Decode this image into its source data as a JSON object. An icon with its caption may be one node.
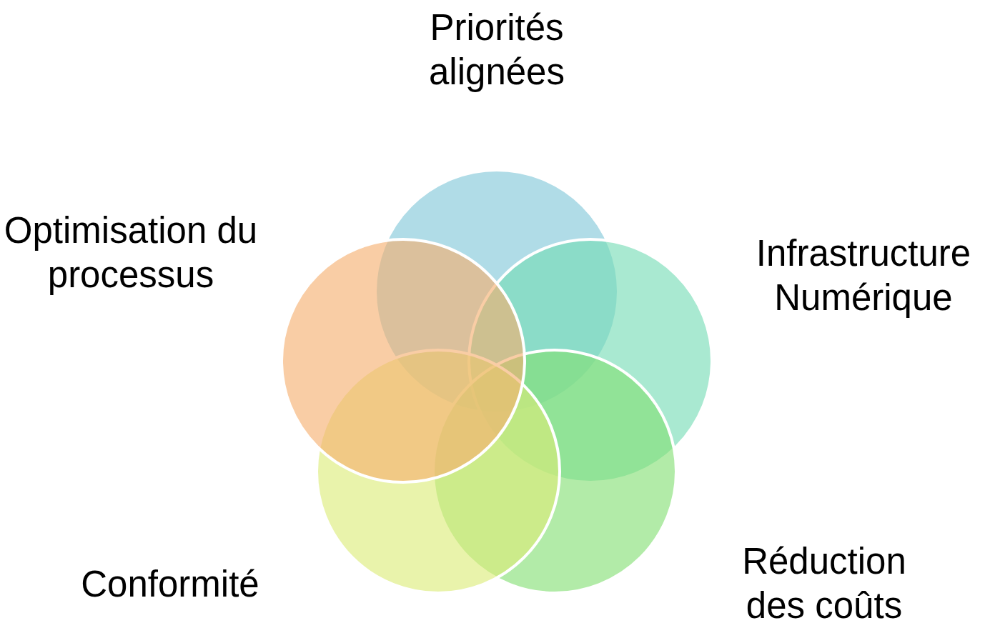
{
  "diagram": {
    "nodes": [
      {
        "text": [],
        "shape": "circle",
        "beside": [
          "Priorités alignées"
        ]
      },
      {
        "text": [],
        "shape": "circle",
        "beside": [
          "Infrastructure Numérique"
        ]
      },
      {
        "text": [],
        "shape": "circle",
        "beside": [
          "Réduction des coûts"
        ]
      },
      {
        "text": [],
        "shape": "circle",
        "beside": [
          "Conformité"
        ]
      },
      {
        "text": [],
        "shape": "circle",
        "beside": [
          "Optimisation du processus"
        ]
      }
    ]
  }
}
